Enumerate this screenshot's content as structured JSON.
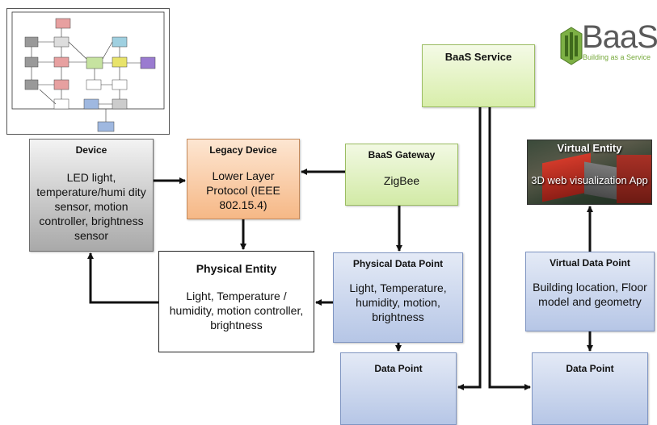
{
  "logo": {
    "text": "BaaS",
    "tagline": "Building as a Service"
  },
  "nodes": {
    "device": {
      "title": "Device",
      "body": "LED light, temperature/humi dity sensor, motion controller, brightness sensor"
    },
    "legacy_device": {
      "title": "Legacy Device",
      "body": "Lower Layer Protocol (IEEE 802.15.4)"
    },
    "baas_gateway": {
      "title": "BaaS Gateway",
      "body": "ZigBee"
    },
    "baas_service": {
      "title": "BaaS Service"
    },
    "physical_entity": {
      "title": "Physical Entity",
      "body": "Light, Temperature / humidity, motion controller, brightness"
    },
    "physical_data_point": {
      "title": "Physical Data Point",
      "body": "Light, Temperature, humidity, motion, brightness"
    },
    "virtual_entity": {
      "title": "Virtual Entity",
      "body": "3D web visualization App"
    },
    "virtual_data_point": {
      "title": "Virtual Data Point",
      "body": "Building location, Floor model and geometry"
    },
    "data_point_left": {
      "title": "Data Point"
    },
    "data_point_right": {
      "title": "Data Point"
    }
  },
  "colors": {
    "device": "#bdbdbd",
    "legacy_device": "#f8c49a",
    "gateway_service": "#dcefb3",
    "data_point": "#c0cfe9",
    "arrow": "#111111"
  }
}
